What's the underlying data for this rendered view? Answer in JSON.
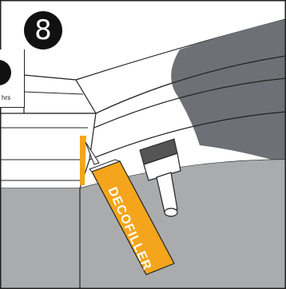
{
  "step": {
    "number": "8"
  },
  "inset": {
    "text": "hrs"
  },
  "product": {
    "label": "DECOFILLER"
  },
  "colors": {
    "wall_grey": "#a9abad",
    "paint_dark": "#6d7075",
    "filler_orange": "#f4a51c",
    "outline": "#222222"
  },
  "icons": {
    "badge": "numbered-circle",
    "brush": "paint-brush-icon",
    "tube": "filler-tube-icon"
  }
}
